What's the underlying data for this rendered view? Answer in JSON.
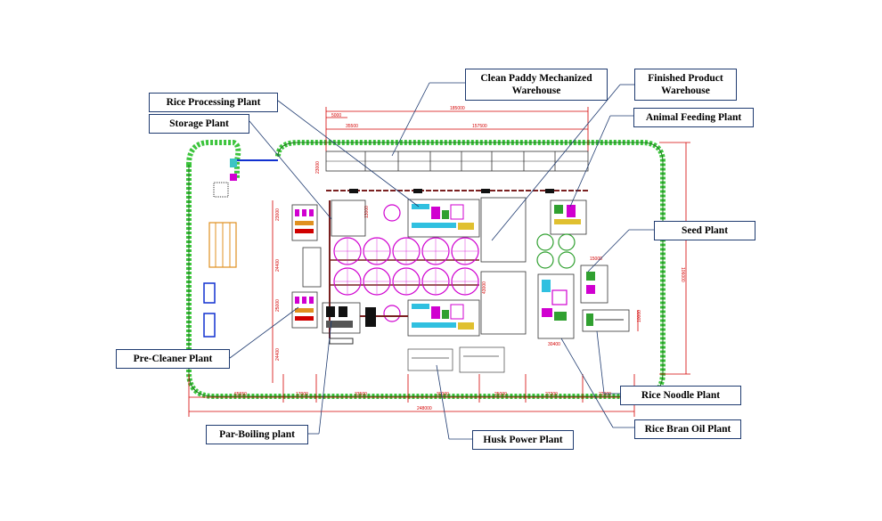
{
  "labels": {
    "rice_processing": "Rice Processing Plant",
    "storage": "Storage Plant",
    "clean_paddy_1": "Clean Paddy Mechanized",
    "clean_paddy_2": "Warehouse",
    "finished_1": "Finished Product",
    "finished_2": "Warehouse",
    "animal_feeding": "Animal Feeding Plant",
    "seed": "Seed Plant",
    "pre_cleaner": "Pre-Cleaner Plant",
    "parboiling": "Par-Boiling plant",
    "husk_power": "Husk Power Plant",
    "rice_noodle": "Rice Noodle Plant",
    "rice_bran_oil": "Rice Bran Oil Plant"
  },
  "dimensions": {
    "top_overall": "185000",
    "top_left_a": "5000",
    "top_left_b": "35500",
    "top_right": "157500",
    "right_height": "106000",
    "bottom_1": "65550",
    "bottom_2": "17000",
    "bottom_3": "33500",
    "bottom_4": "30000",
    "bottom_5": "25000",
    "bottom_6": "27200",
    "bottom_7": "22000",
    "bottom_overall": "248000",
    "left_v1": "23000",
    "left_v2": "24400",
    "left_v3": "25000",
    "left_v4": "24400",
    "wh_height": "23000",
    "inner_v": "43000",
    "storage_v": "13000",
    "seed_w": "15000",
    "oil_w": "30400",
    "noodle_v": "10000"
  },
  "colors": {
    "hedge": "#3cc43c",
    "callout_border": "#1f3b70",
    "dimension": "#d40000",
    "machinery": "#d000d0"
  }
}
